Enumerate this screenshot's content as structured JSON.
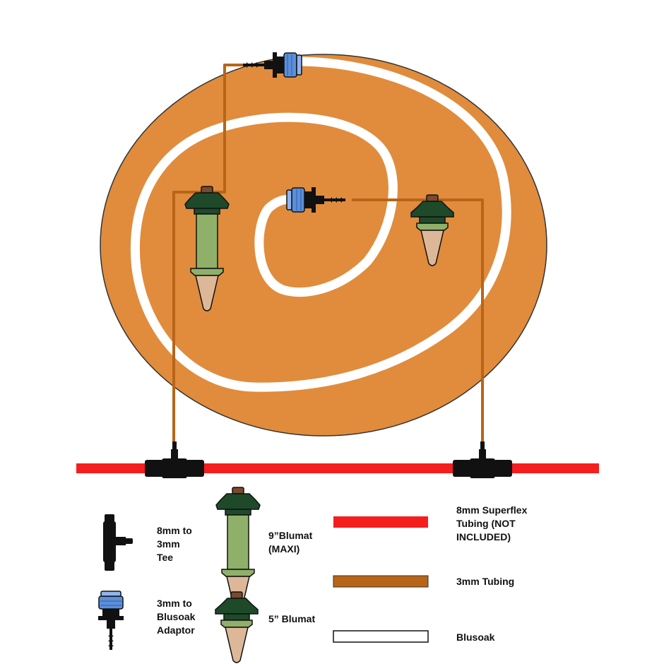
{
  "colors": {
    "garden_bed": "#e08c3c",
    "blusoak": "#ffffff",
    "superflex_tubing": "#f51e1e",
    "tubing_3mm": "#b86518",
    "fitting_black": "#111111",
    "adaptor_blue": "#5b8fd9",
    "blumat_cap": "#1e4a2a",
    "blumat_body": "#8fb069",
    "blumat_cone": "#ddb898",
    "blumat_knob": "#7a4a2c"
  },
  "legend": {
    "tee": {
      "icon": "tee-fitting-icon",
      "label": "8mm to\n3mm\nTee"
    },
    "adaptor": {
      "icon": "blusoak-adaptor-icon",
      "label": "3mm to\nBlusoak\nAdaptor"
    },
    "maxi": {
      "icon": "maxi-blumat-icon",
      "label": "9”Blumat\n(MAXI)"
    },
    "small": {
      "icon": "small-blumat-icon",
      "label": "5” Blumat"
    },
    "superflex": {
      "label": "8mm Superflex\nTubing (NOT\nINCLUDED)"
    },
    "tubing3": {
      "label": "3mm Tubing"
    },
    "blusoak": {
      "label": "Blusoak"
    }
  }
}
